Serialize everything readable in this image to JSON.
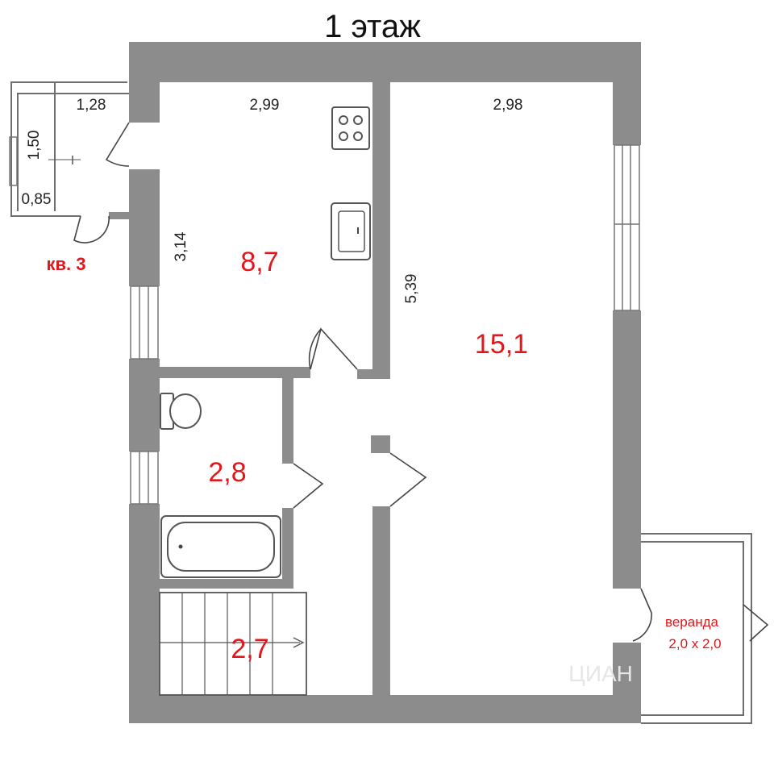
{
  "title": "1 этаж",
  "apartment_label": "кв. 3",
  "rooms": {
    "kitchen_area": "8,7",
    "living_area": "15,1",
    "bathroom_area": "2,8",
    "stairs_area": "2,7"
  },
  "dimensions": {
    "vestibule_width": "1,28",
    "vestibule_height": "1,50",
    "vestibule_small": "0,85",
    "kitchen_width": "2,99",
    "kitchen_height": "3,14",
    "living_width": "2,98",
    "living_height": "5,39"
  },
  "veranda": {
    "label": "веранда",
    "size": "2,0 х 2,0"
  },
  "watermark": "ЦИАН"
}
